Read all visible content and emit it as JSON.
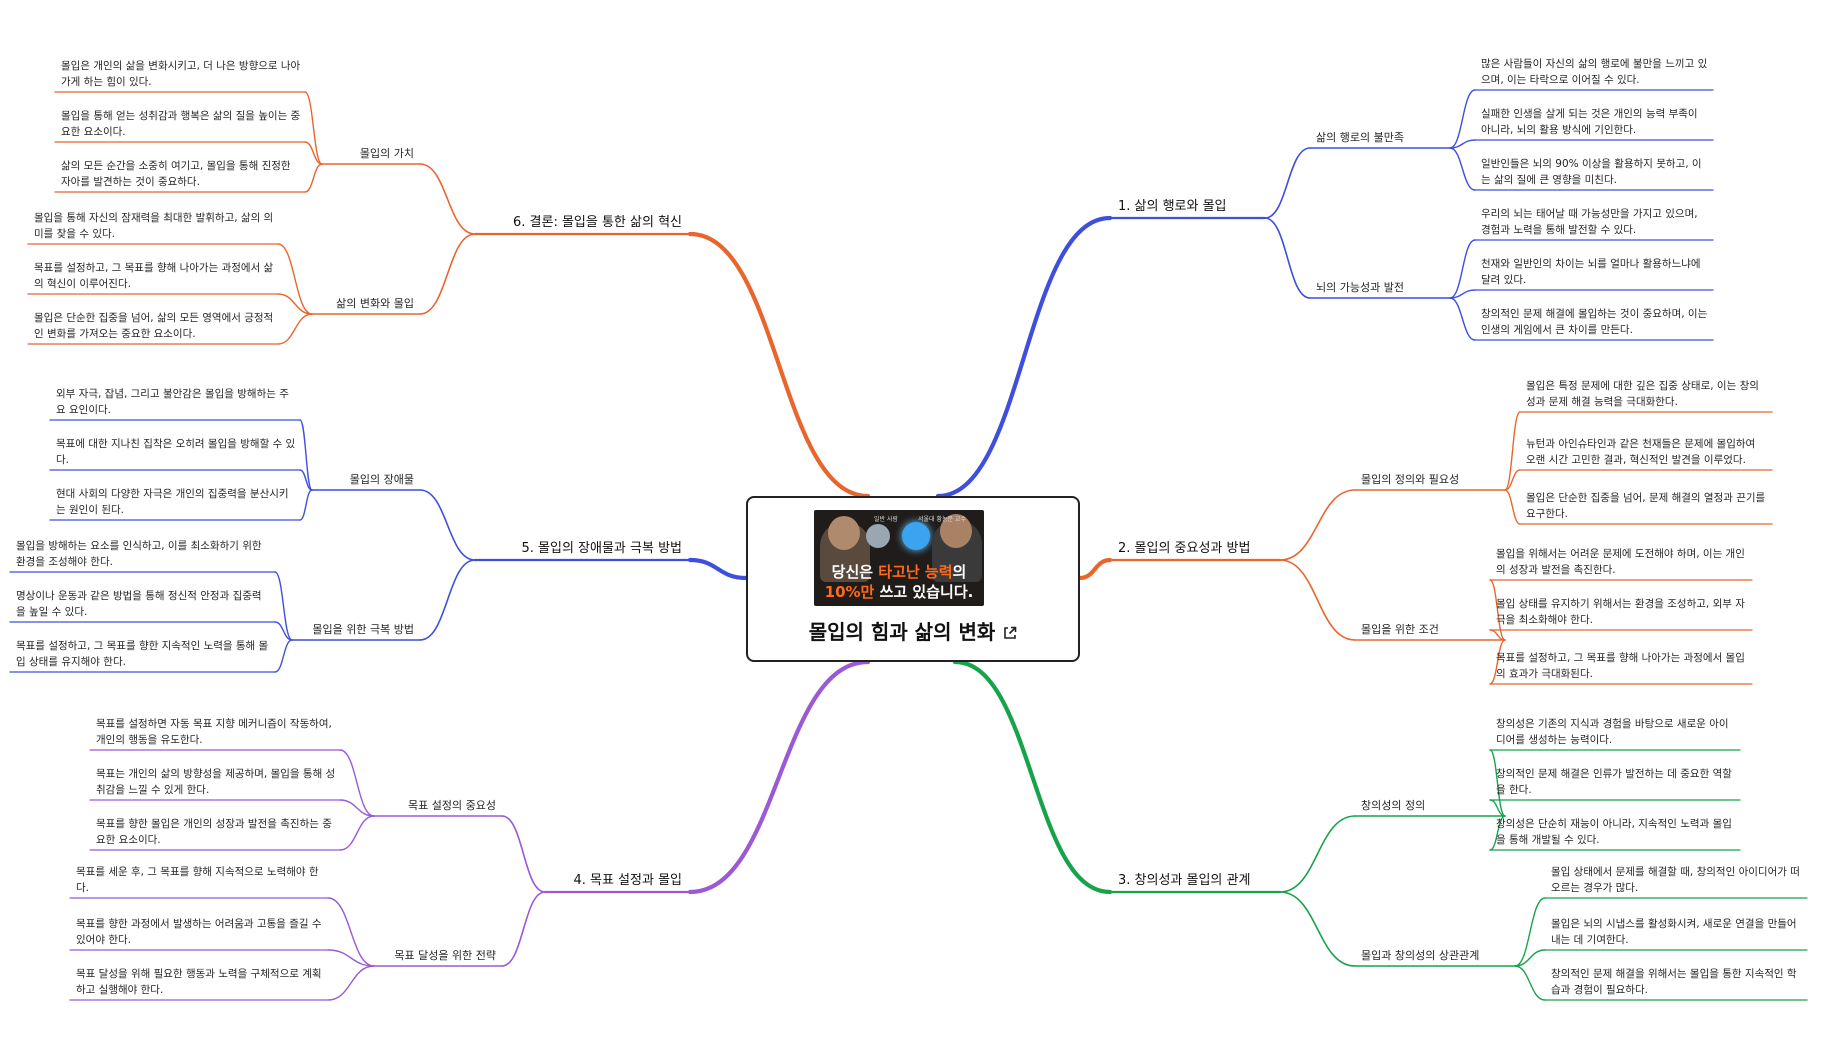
{
  "center": {
    "title": "몰입의 힘과 삶의 변화",
    "thumbnail": {
      "caption_pre": "당신은 ",
      "caption_hl1": "타고난 능력",
      "caption_mid": "의",
      "caption_hl2": "10%만",
      "caption_post": " 쓰고 있습니다.",
      "tag_left": "일반 사람",
      "tag_right": "서울대 황농문 교수"
    },
    "link_icon": "external-link-icon"
  },
  "colors": {
    "b1": "#3d4fdc",
    "b2": "#e8662e",
    "b3": "#17a34a",
    "b4": "#9b59d6",
    "b5": "#3d4fdc",
    "b6": "#e8662e"
  },
  "branches": {
    "b1": {
      "label": "1. 삶의 행로와 몰입",
      "subs": [
        {
          "label": "삶의 행로의 불만족",
          "leaves": [
            "많은 사람들이 자신의 삶의 행로에 불만을 느끼고 있으며, 이는 타락으로 이어질 수 있다.",
            "실패한 인생을 살게 되는 것은 개인의 능력 부족이 아니라, 뇌의 활용 방식에 기인한다.",
            "일반인들은 뇌의 90% 이상을 활용하지 못하고, 이는 삶의 질에 큰 영향을 미친다."
          ]
        },
        {
          "label": "뇌의 가능성과 발전",
          "leaves": [
            "우리의 뇌는 태어날 때 가능성만을 가지고 있으며, 경험과 노력을 통해 발전할 수 있다.",
            "천재와 일반인의 차이는 뇌를 얼마나 활용하느냐에 달려 있다.",
            "창의적인 문제 해결에 몰입하는 것이 중요하며, 이는 인생의 게임에서 큰 차이를 만든다."
          ]
        }
      ]
    },
    "b2": {
      "label": "2. 몰입의 중요성과 방법",
      "subs": [
        {
          "label": "몰입의 정의와 필요성",
          "leaves": [
            "몰입은 특정 문제에 대한 깊은 집중 상태로, 이는 창의성과 문제 해결 능력을 극대화한다.",
            "뉴턴과 아인슈타인과 같은 천재들은 문제에 몰입하여 오랜 시간 고민한 결과, 혁신적인 발견을 이루었다.",
            "몰입은 단순한 집중을 넘어, 문제 해결의 열정과 끈기를 요구한다."
          ]
        },
        {
          "label": "몰입을 위한 조건",
          "leaves": [
            "몰입을 위해서는 어려운 문제에 도전해야 하며, 이는 개인의 성장과 발전을 촉진한다.",
            "몰입 상태를 유지하기 위해서는 환경을 조성하고, 외부 자극을 최소화해야 한다.",
            "목표를 설정하고, 그 목표를 향해 나아가는 과정에서 몰입의 효과가 극대화된다."
          ]
        }
      ]
    },
    "b3": {
      "label": "3. 창의성과 몰입의 관계",
      "subs": [
        {
          "label": "창의성의 정의",
          "leaves": [
            "창의성은 기존의 지식과 경험을 바탕으로 새로운 아이디어를 생성하는 능력이다.",
            "창의적인 문제 해결은 인류가 발전하는 데 중요한 역할을 한다.",
            "창의성은 단순히 재능이 아니라, 지속적인 노력과 몰입을 통해 개발될 수 있다."
          ]
        },
        {
          "label": "몰입과 창의성의 상관관계",
          "leaves": [
            "몰입 상태에서 문제를 해결할 때, 창의적인 아이디어가 떠오르는 경우가 많다.",
            "몰입은 뇌의 시냅스를 활성화시켜, 새로운 연결을 만들어내는 데 기여한다.",
            "창의적인 문제 해결을 위해서는 몰입을 통한 지속적인 학습과 경험이 필요하다."
          ]
        }
      ]
    },
    "b4": {
      "label": "4. 목표 설정과 몰입",
      "subs": [
        {
          "label": "목표 설정의 중요성",
          "leaves": [
            "목표를 설정하면 자동 목표 지향 메커니즘이 작동하여, 개인의 행동을 유도한다.",
            "목표는 개인의 삶의 방향성을 제공하며, 몰입을 통해 성취감을 느낄 수 있게 한다.",
            "목표를 향한 몰입은 개인의 성장과 발전을 촉진하는 중요한 요소이다."
          ]
        },
        {
          "label": "목표 달성을 위한 전략",
          "leaves": [
            "목표를 세운 후, 그 목표를 향해 지속적으로 노력해야 한다.",
            "목표를 향한 과정에서 발생하는 어려움과 고통을 즐길 수 있어야 한다.",
            "목표 달성을 위해 필요한 행동과 노력을 구체적으로 계획하고 실행해야 한다."
          ]
        }
      ]
    },
    "b5": {
      "label": "5. 몰입의 장애물과 극복 방법",
      "subs": [
        {
          "label": "몰입의 장애물",
          "leaves": [
            "외부 자극, 잡념, 그리고 불안감은 몰입을 방해하는 주요 요인이다.",
            "목표에 대한 지나친 집착은 오히려 몰입을 방해할 수 있다.",
            "현대 사회의 다양한 자극은 개인의 집중력을 분산시키는 원인이 된다."
          ]
        },
        {
          "label": "몰입을 위한 극복 방법",
          "leaves": [
            "몰입을 방해하는 요소를 인식하고, 이를 최소화하기 위한 환경을 조성해야 한다.",
            "명상이나 운동과 같은 방법을 통해 정신적 안정과 집중력을 높일 수 있다.",
            "목표를 설정하고, 그 목표를 향한 지속적인 노력을 통해 몰입 상태를 유지해야 한다."
          ]
        }
      ]
    },
    "b6": {
      "label": "6. 결론: 몰입을 통한 삶의 혁신",
      "subs": [
        {
          "label": "몰입의 가치",
          "leaves": [
            "몰입은 개인의 삶을 변화시키고, 더 나은 방향으로 나아가게 하는 힘이 있다.",
            "몰입을 통해 얻는 성취감과 행복은 삶의 질을 높이는 중요한 요소이다.",
            "삶의 모든 순간을 소중히 여기고, 몰입을 통해 진정한 자아를 발견하는 것이 중요하다."
          ]
        },
        {
          "label": "삶의 변화와 몰입",
          "leaves": [
            "몰입을 통해 자신의 잠재력을 최대한 발휘하고, 삶의 의미를 찾을 수 있다.",
            "목표를 설정하고, 그 목표를 향해 나아가는 과정에서 삶의 혁신이 이루어진다.",
            "몰입은 단순한 집중을 넘어, 삶의 모든 영역에서 긍정적인 변화를 가져오는 중요한 요소이다."
          ]
        }
      ]
    }
  }
}
